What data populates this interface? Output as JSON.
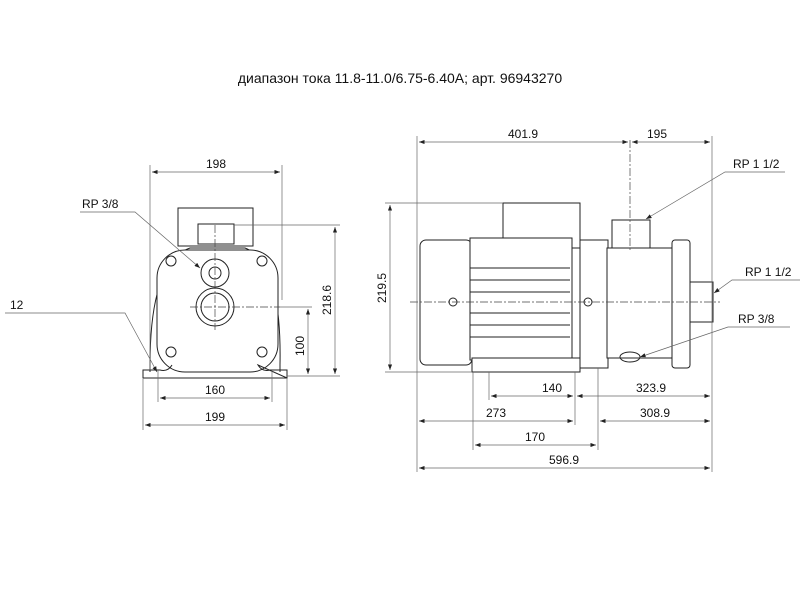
{
  "title": "диапазон тока 11.8-11.0/6.75-6.40A; арт. 96943270",
  "front_view": {
    "dim_width_top": "198",
    "dim_height_outlet": "218.6",
    "dim_height_axis": "100",
    "dim_foot_holes": "160",
    "dim_foot_width": "199",
    "dim_foot_hole_dia": "12",
    "label_drain": "RP 3/8"
  },
  "side_view": {
    "dim_height": "219.5",
    "dim_motor_length": "401.9",
    "dim_outlet_offset": "195",
    "dim_140": "140",
    "dim_323_9": "323.9",
    "dim_273": "273",
    "dim_308_9": "308.9",
    "dim_170": "170",
    "dim_total": "596.9",
    "label_outlet": "RP 1 1/2",
    "label_inlet": "RP 1 1/2",
    "label_drain": "RP 3/8"
  }
}
